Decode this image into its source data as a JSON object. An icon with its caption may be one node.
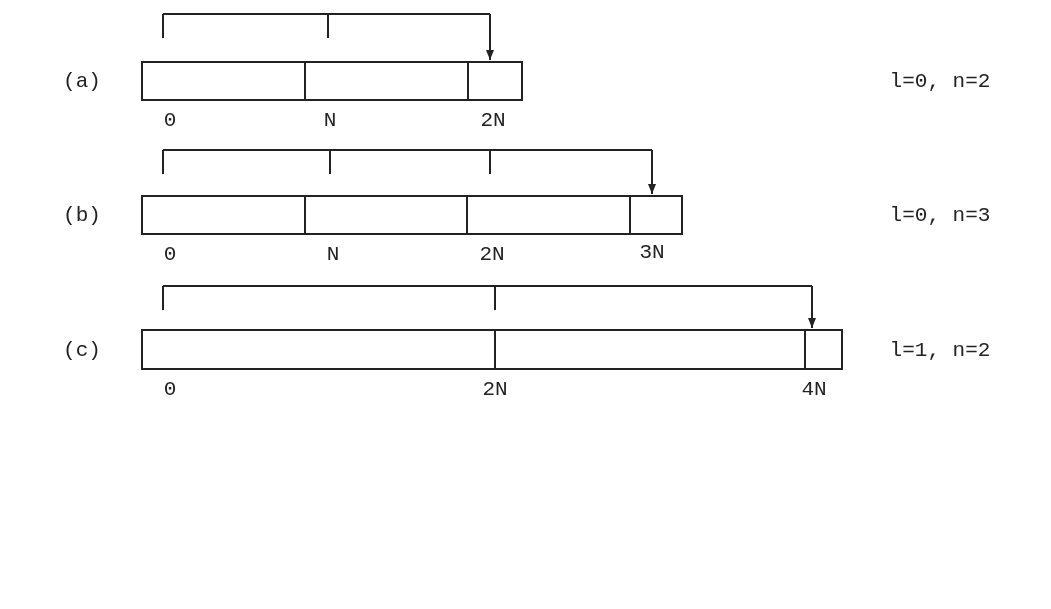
{
  "diagram": {
    "labels": [
      "(a)",
      "l=0, n=2",
      "0",
      "N",
      "2N",
      "(b)",
      "l=0, n=3",
      "0",
      "N",
      "2N",
      "3N",
      "(c)",
      "l=1, n=2",
      "0",
      "2N",
      "4N"
    ]
  }
}
